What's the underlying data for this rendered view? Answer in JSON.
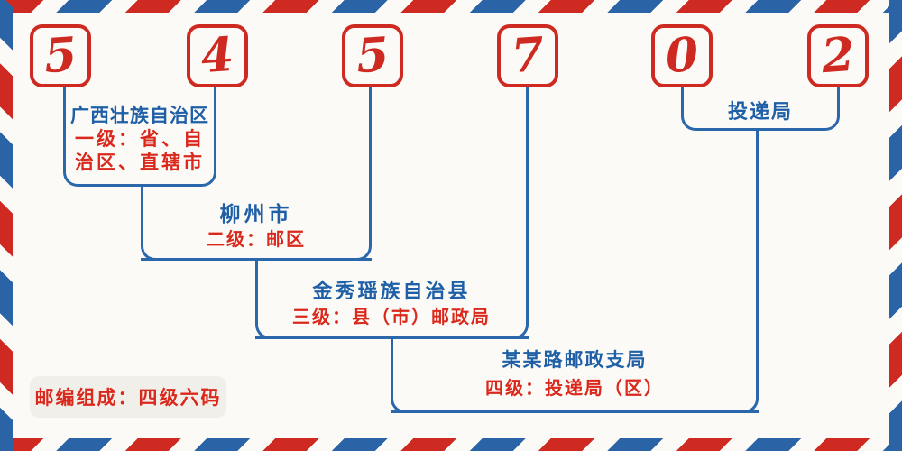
{
  "postal_code": {
    "digits": [
      "5",
      "4",
      "5",
      "7",
      "0",
      "2"
    ]
  },
  "levels": [
    {
      "name": "广西壮族自治区",
      "desc_line1": "一级：省、自",
      "desc_line2": "治区、直辖市"
    },
    {
      "name": "柳州市",
      "desc": "二级：邮区"
    },
    {
      "name": "金秀瑶族自治县",
      "desc": "三级：县（市）邮政局"
    },
    {
      "name": "某某路邮政支局",
      "desc": "四级：投递局（区）"
    }
  ],
  "delivery_office": {
    "label": "投递局"
  },
  "footer": {
    "note": "邮编组成：四级六码"
  },
  "colors": {
    "stripe_red": "#ce2a22",
    "stripe_blue": "#2a63a6",
    "line_blue": "#2b67ab",
    "text_blue": "#1e5fa6",
    "text_red": "#da291c",
    "background": "#fbfaf6",
    "note_background": "#f1efe9"
  }
}
